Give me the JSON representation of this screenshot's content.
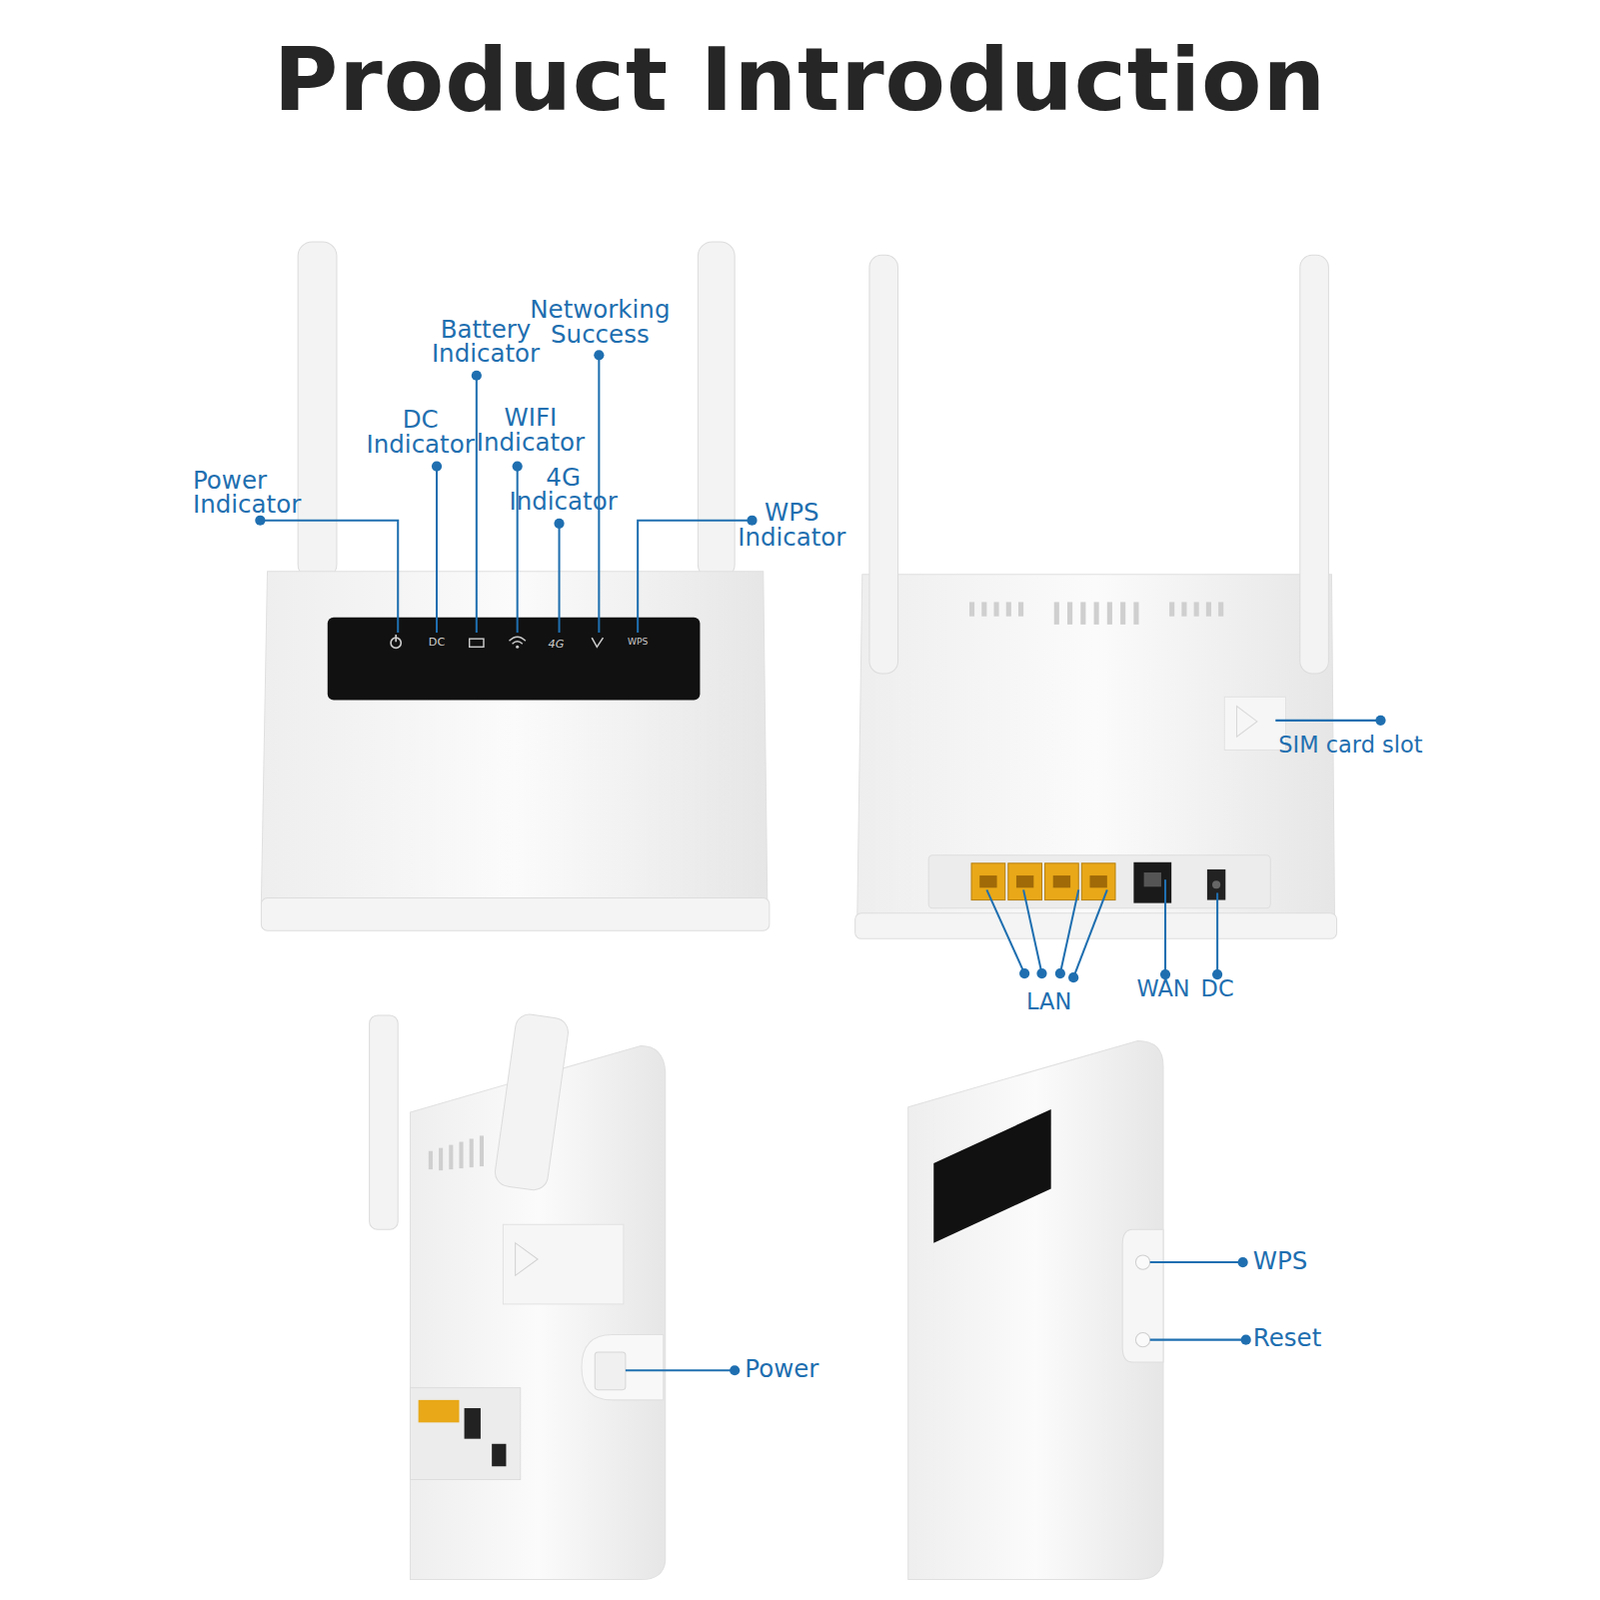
{
  "diagram": {
    "title": "Product Introduction",
    "labels": [
      "Networking Success",
      "Battery Indicator",
      "DC Indicator",
      "WIFI Indicator",
      "Power Indicator",
      "4G Indicator",
      "WPS Indicator",
      "DC",
      "WPS",
      "SIM card slot",
      "LAN",
      "WAN",
      "DC",
      "WPS",
      "Reset",
      "Power"
    ]
  }
}
